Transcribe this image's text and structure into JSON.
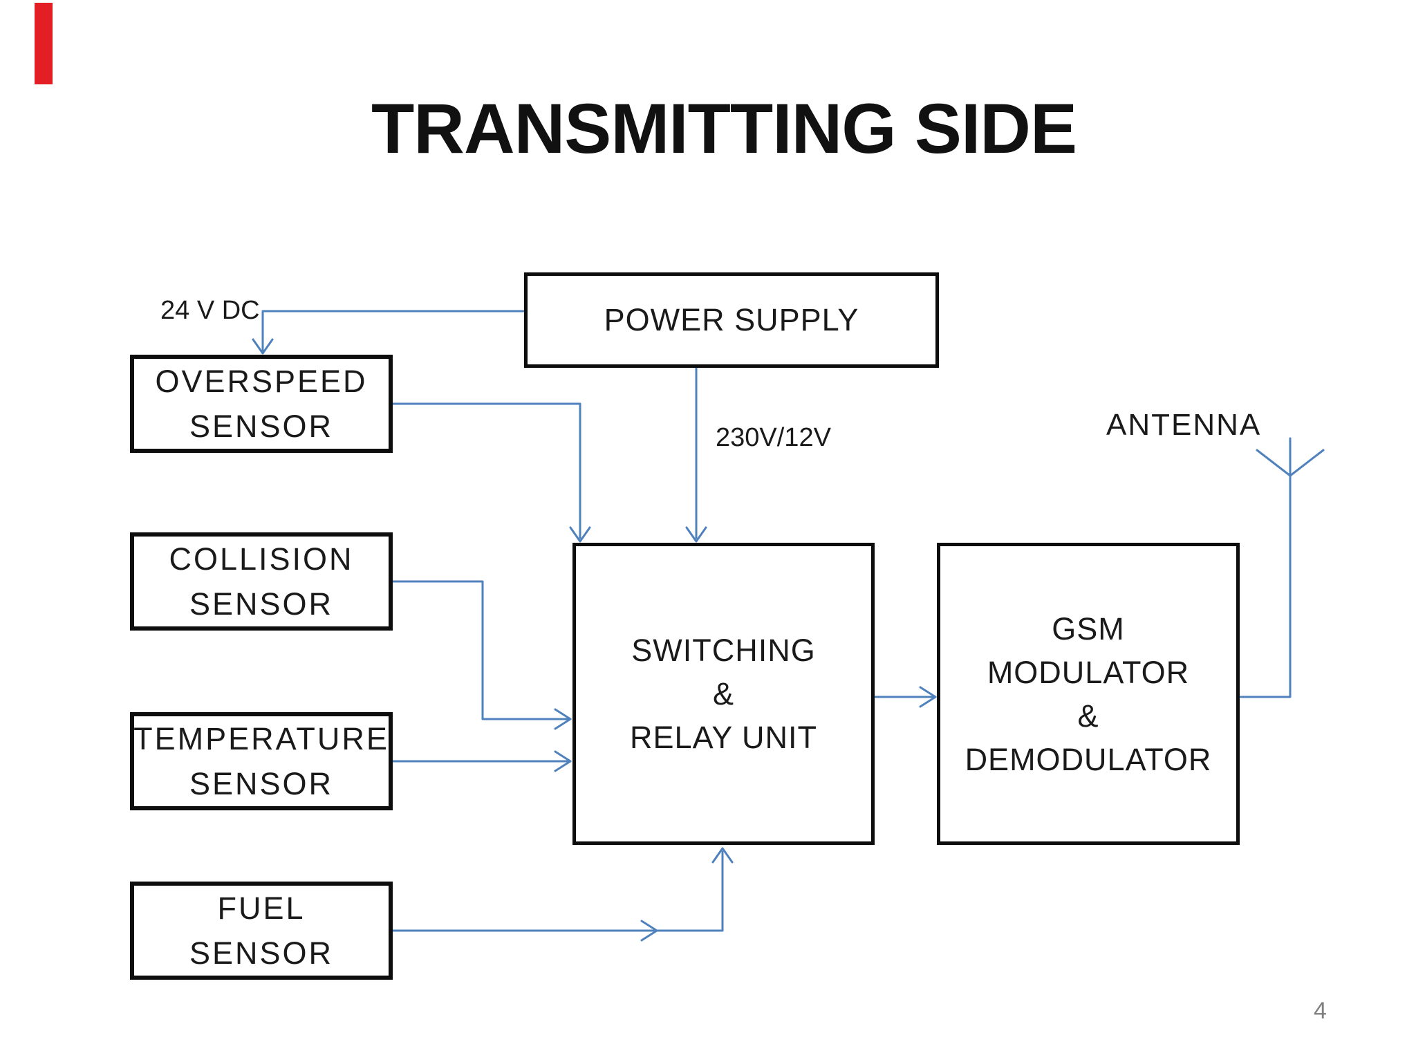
{
  "slide": {
    "title": "TRANSMITTING SIDE",
    "page_number": "4"
  },
  "boxes": {
    "power_supply": {
      "label": "POWER SUPPLY"
    },
    "overspeed": {
      "label": "OVERSPEED\nSENSOR"
    },
    "collision": {
      "label": "COLLISION\nSENSOR"
    },
    "temperature": {
      "label": "TEMPERATURE\nSENSOR"
    },
    "fuel": {
      "label": "FUEL\nSENSOR"
    },
    "switching": {
      "label": "SWITCHING\n&\nRELAY UNIT"
    },
    "gsm": {
      "label": "GSM\nMODULATOR\n&\nDEMODULATOR"
    }
  },
  "annotations": {
    "dc_supply": "24 V DC",
    "voltage_conversion": "230V/12V",
    "antenna": "ANTENNA"
  },
  "connections": [
    "POWER SUPPLY -> OVERSPEED SENSOR (24 V DC)",
    "POWER SUPPLY -> SWITCHING & RELAY UNIT (230V/12V)",
    "OVERSPEED SENSOR -> SWITCHING & RELAY UNIT",
    "COLLISION SENSOR -> SWITCHING & RELAY UNIT",
    "TEMPERATURE SENSOR -> SWITCHING & RELAY UNIT",
    "FUEL SENSOR -> SWITCHING & RELAY UNIT",
    "SWITCHING & RELAY UNIT -> GSM MODULATOR & DEMODULATOR",
    "GSM MODULATOR & DEMODULATOR -> ANTENNA"
  ],
  "colors": {
    "connector_blue": "#4f81bd",
    "box_border_black": "#0d0d0d",
    "red_accent_bar": "#e31e25",
    "page_number_gray": "#7f7f7f",
    "background": "#ffffff"
  }
}
